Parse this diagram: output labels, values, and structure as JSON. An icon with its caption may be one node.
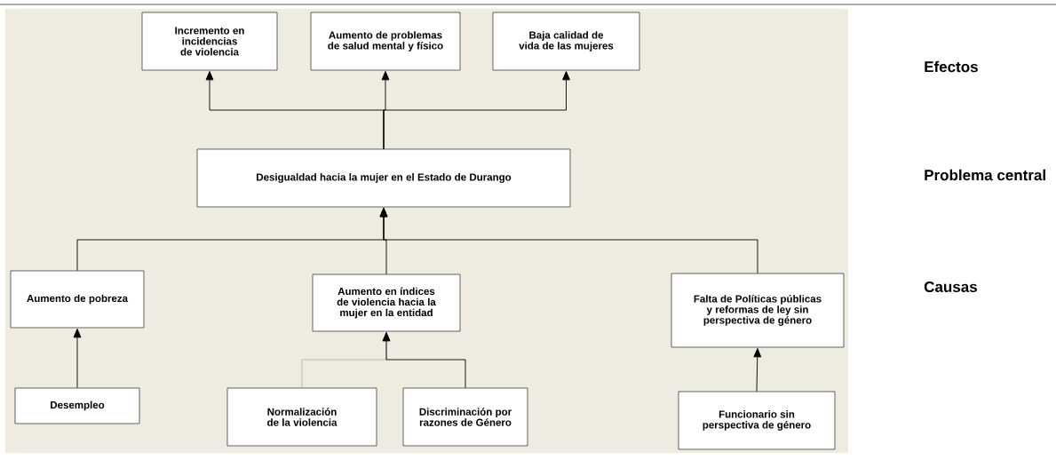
{
  "diagram": {
    "nodes": [
      {
        "text": [
          "Incremento en incidencias de violencia"
        ]
      },
      {
        "text": [
          "Aumento de problemas de salud mental y físico"
        ]
      },
      {
        "text": [
          "Baja calidad de vida de las mujeres"
        ]
      },
      {
        "text": [
          "Desigualdad hacia la mujer en el Estado de Durango"
        ]
      },
      {
        "text": [
          "Aumento de pobreza"
        ]
      },
      {
        "text": [
          "Aumento en índices de violencia hacia la mujer en la entidad"
        ]
      },
      {
        "text": [
          "Falta de Políticas públicas y reformas de ley sin perspectiva de género"
        ]
      },
      {
        "text": [
          "Desempleo"
        ]
      },
      {
        "text": [
          "Normalización de la violencia"
        ]
      },
      {
        "text": [
          "Discriminación por razones de Género"
        ]
      },
      {
        "text": [
          "Funcionario sin perspectiva de género"
        ]
      }
    ],
    "edges": [
      {
        "from": 3,
        "to": 0,
        "arrow": "to"
      },
      {
        "from": 3,
        "to": 1,
        "arrow": "to"
      },
      {
        "from": 3,
        "to": 2,
        "arrow": "to"
      },
      {
        "from": 4,
        "to": 3,
        "arrow": "to"
      },
      {
        "from": 5,
        "to": 3,
        "arrow": "to"
      },
      {
        "from": 6,
        "to": 3,
        "arrow": "to"
      },
      {
        "from": 7,
        "to": 4,
        "arrow": "to"
      },
      {
        "from": 8,
        "to": 5,
        "arrow": "to",
        "color": "#999999"
      },
      {
        "from": 9,
        "to": 5,
        "arrow": "to"
      },
      {
        "from": 10,
        "to": 6,
        "arrow": "to"
      }
    ],
    "labels": [
      "Efectos",
      "Problema central",
      "Causas"
    ]
  }
}
